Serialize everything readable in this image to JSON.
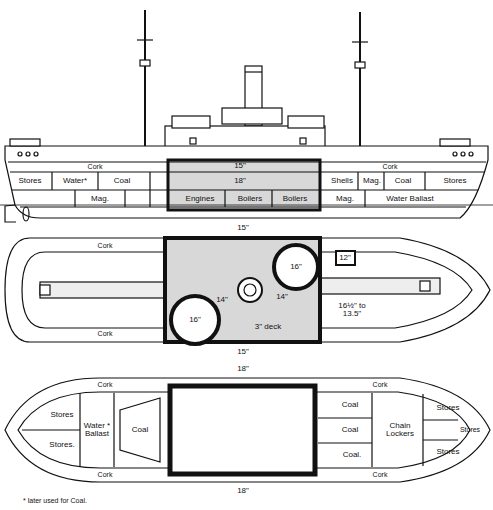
{
  "diagram": {
    "labels": [
      "Cork",
      "Cork",
      "Stores",
      "Water*",
      "Coal",
      "15\"",
      "18\"",
      "Coal",
      "Stores",
      "Mag.",
      "Engines",
      "Boilers",
      "Boilers",
      "Shells",
      "Mag.",
      "Mag.",
      "Water Ballast",
      "15\"",
      "Cork",
      "16\"",
      "14\"",
      "12\"",
      "16½\" to 13.5\"",
      "14\"",
      "3\" deck",
      "16\"",
      "Cork",
      "15\"",
      "18\"",
      "Cork",
      "Cork",
      "Stores",
      "Water * Ballast",
      "Coal",
      "Coal",
      "Chain Lockers",
      "Stores",
      "Stores",
      "Coal",
      "Stores",
      "Coal.",
      "Stores.",
      "Cork",
      "Cork",
      "18\"",
      "* later used for Coal."
    ]
  }
}
